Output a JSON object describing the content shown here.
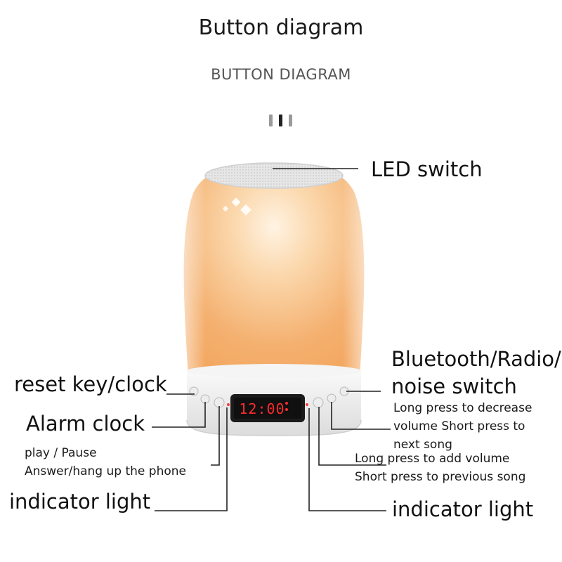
{
  "title": "Button diagram",
  "subtitle": "BUTTON DIAGRAM",
  "display": {
    "time": "12:00"
  },
  "labels": {
    "led_switch": "LED switch",
    "bluetooth_line1": "Bluetooth/Radio/",
    "bluetooth_line2": "noise switch",
    "bluetooth_desc_line1": "Long press to decrease",
    "bluetooth_desc_line2": "volume Short press to",
    "bluetooth_desc_line3": "next song",
    "volume_desc_line1": "Long press to add volume",
    "volume_desc_line2": "Short press to previous song",
    "indicator_right": "indicator light",
    "reset_clock": "reset key/clock",
    "alarm_clock": "Alarm clock",
    "play_pause": "play / Pause",
    "answer_hangup": "Answer/hang up the phone",
    "indicator_left": "indicator light"
  },
  "colors": {
    "lamp_glow": "#f6b474",
    "lamp_highlight": "#fff1e0",
    "base": "#f3f3f3",
    "display_bg": "#1b1b1b",
    "display_digits": "#ff2b2b",
    "leader_line": "#222222",
    "divider_bars": [
      "#9a9a9a",
      "#222222",
      "#9a9a9a"
    ]
  }
}
